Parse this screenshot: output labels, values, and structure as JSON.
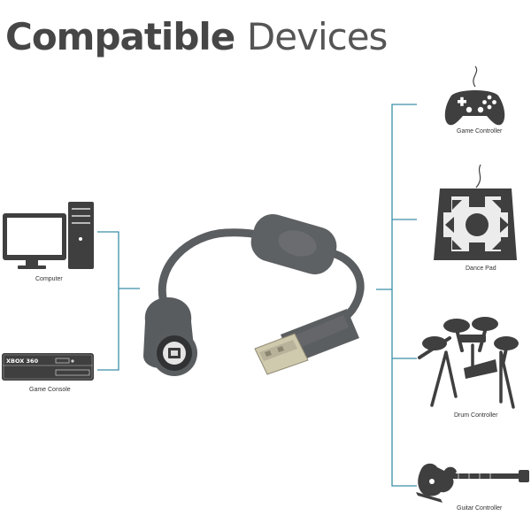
{
  "heading": {
    "bold": "Compatible",
    "light": "Devices"
  },
  "devices": {
    "computer": "Computer",
    "game_console": "Game Console",
    "console_badge": "XBOX 360",
    "game_controller": "Game Controller",
    "dance_pad": "Dance Pad",
    "drum_controller": "Drum Controller",
    "guitar_controller": "Guitar Controller"
  },
  "colors": {
    "connector_lines": "#3a8fa8",
    "device_icons": "#3f3f3f",
    "cable": "#5b5e60",
    "heading": "#464646"
  }
}
